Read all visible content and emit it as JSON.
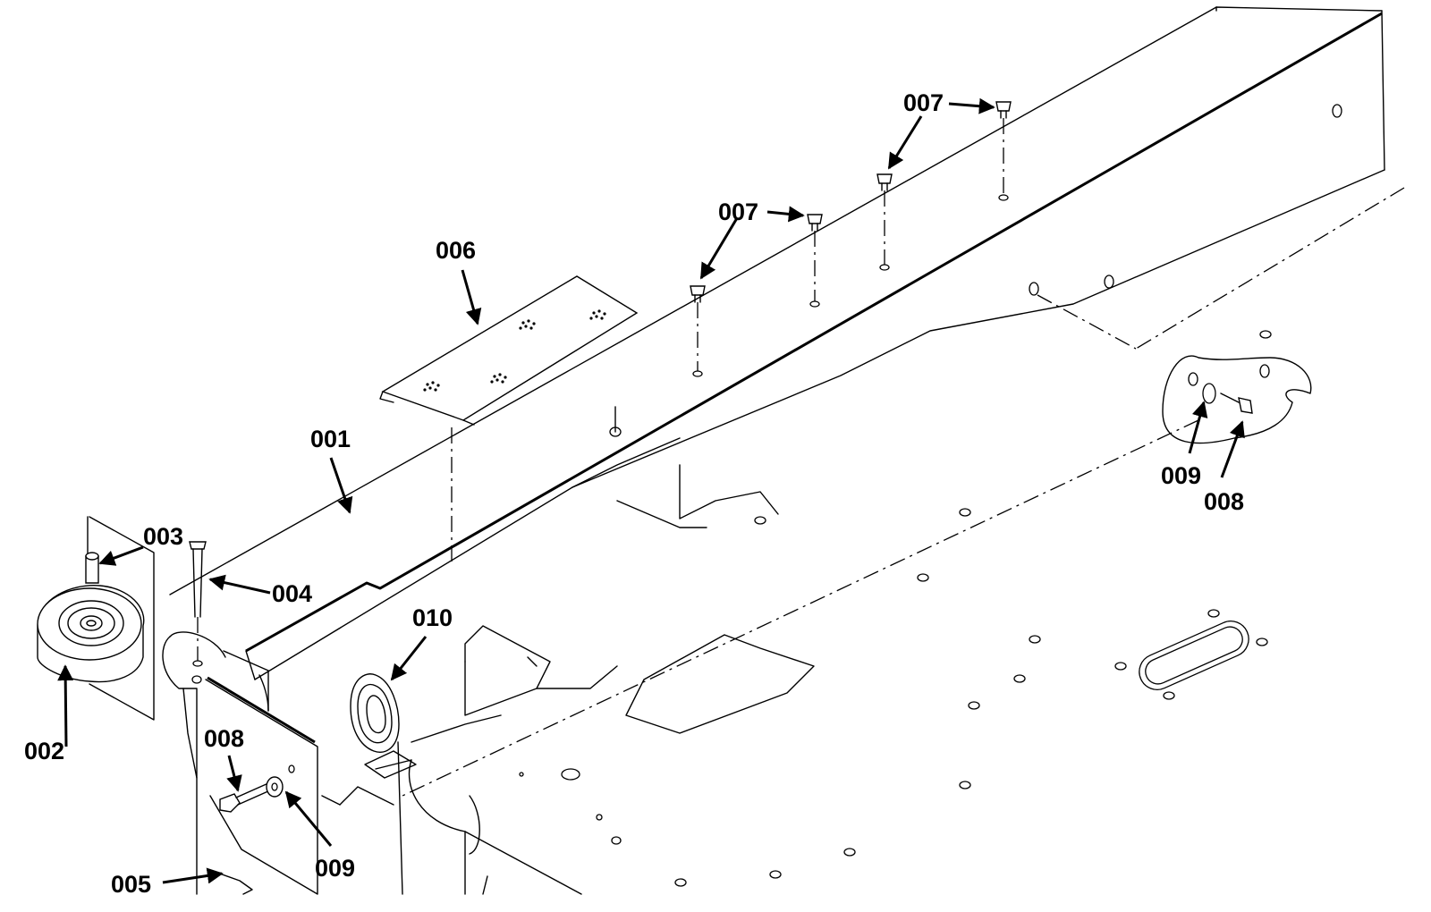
{
  "callouts": {
    "c001": "001",
    "c002": "002",
    "c003": "003",
    "c004": "004",
    "c005": "005",
    "c006": "006",
    "c007a": "007",
    "c007b": "007",
    "c008a": "008",
    "c008b": "008",
    "c009a": "009",
    "c009b": "009",
    "c010": "010"
  }
}
